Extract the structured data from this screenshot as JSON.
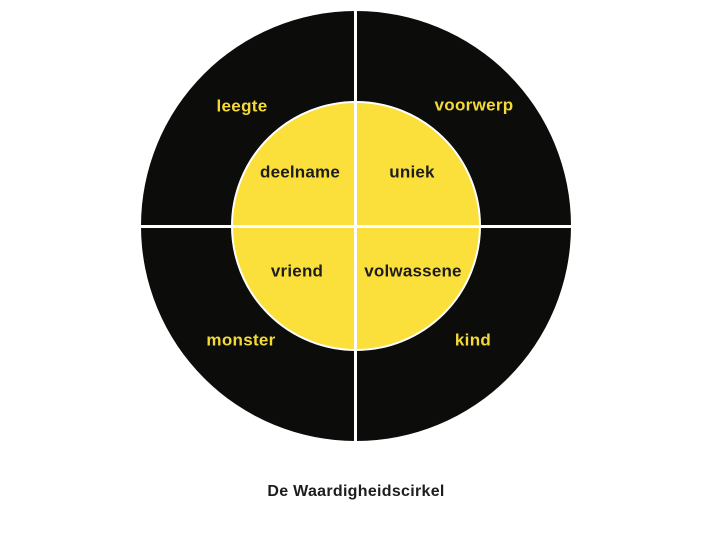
{
  "diagram": {
    "title": "De Waardigheidscirkel",
    "colors": {
      "background": "#ffffff",
      "outer_ring": "#0c0c0a",
      "inner_circle": "#fbdf3b",
      "divider": "#ffffff",
      "outer_label_text": "#f4da38",
      "inner_label_text": "#1d1d1b",
      "title_text": "#1d1d1b"
    },
    "quadrants": {
      "outer": {
        "top_left": "leegte",
        "top_right": "voorwerp",
        "bottom_left": "monster",
        "bottom_right": "kind"
      },
      "inner": {
        "top_left": "deelname",
        "top_right": "uniek",
        "bottom_left": "vriend",
        "bottom_right": "volwassene"
      }
    }
  }
}
